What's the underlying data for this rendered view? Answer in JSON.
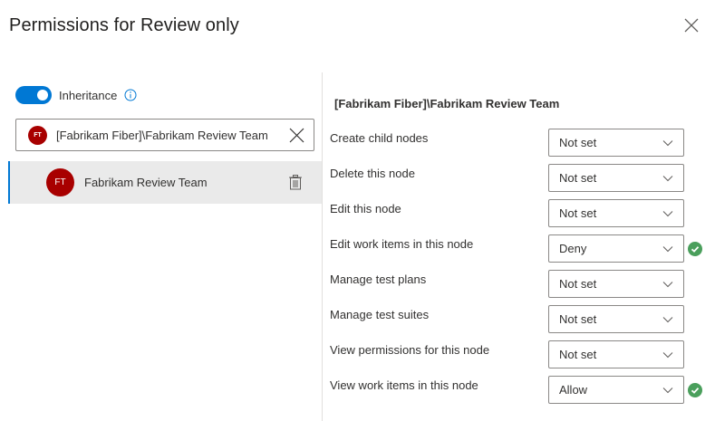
{
  "dialog": {
    "title": "Permissions for Review only",
    "close_icon": "close-icon"
  },
  "left_panel": {
    "inheritance": {
      "label": "Inheritance",
      "enabled": true,
      "info_icon": "info-icon"
    },
    "identity_picker": {
      "avatar_initials": "FT",
      "value": "[Fabrikam Fiber]\\Fabrikam Review Team",
      "clear_icon": "close-icon"
    },
    "members": [
      {
        "initials": "FT",
        "name": "Fabrikam Review Team",
        "selected": true,
        "action_icon": "trash-icon"
      }
    ]
  },
  "right_panel": {
    "heading": "[Fabrikam Fiber]\\Fabrikam Review Team",
    "permissions": [
      {
        "label": "Create child nodes",
        "value": "Not set",
        "status": ""
      },
      {
        "label": "Delete this node",
        "value": "Not set",
        "status": ""
      },
      {
        "label": "Edit this node",
        "value": "Not set",
        "status": ""
      },
      {
        "label": "Edit work items in this node",
        "value": "Deny",
        "status": "saved"
      },
      {
        "label": "Manage test plans",
        "value": "Not set",
        "status": ""
      },
      {
        "label": "Manage test suites",
        "value": "Not set",
        "status": ""
      },
      {
        "label": "View permissions for this node",
        "value": "Not set",
        "status": ""
      },
      {
        "label": "View work items in this node",
        "value": "Allow",
        "status": "saved"
      }
    ]
  },
  "colors": {
    "accent": "#0078d4",
    "avatar": "#a80000",
    "success": "#4a9f5c",
    "selected_row": "#eaeaea",
    "border": "#8a8886"
  }
}
